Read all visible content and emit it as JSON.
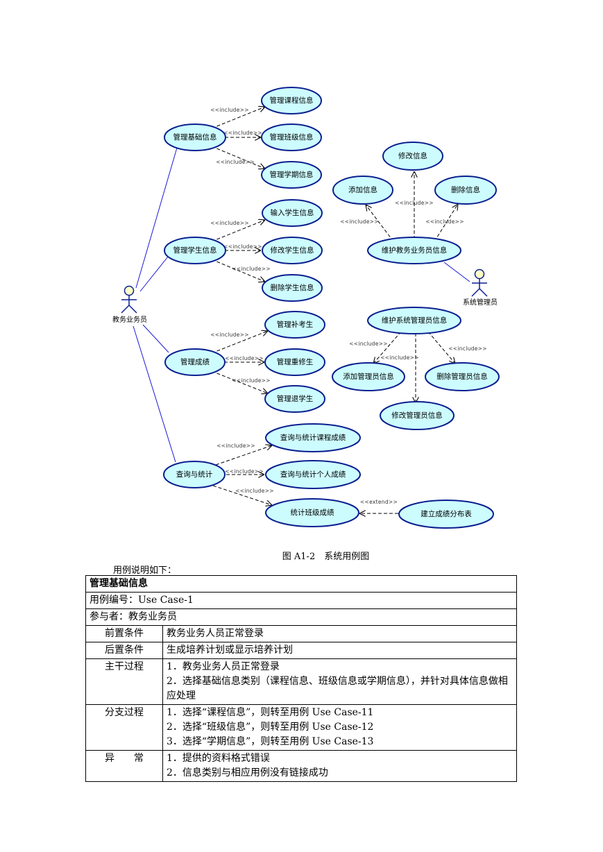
{
  "diagram": {
    "actors": {
      "staff": "教务业务员",
      "admin": "系统管理员"
    },
    "use_cases": {
      "manage_basic": "管理基础信息",
      "manage_course": "管理课程信息",
      "manage_class": "管理班级信息",
      "manage_term": "管理学期信息",
      "manage_student": "管理学生信息",
      "input_student": "输入学生信息",
      "modify_student": "修改学生信息",
      "delete_student": "删除学生信息",
      "manage_grades": "管理成绩",
      "manage_makeup": "管理补考生",
      "manage_retake": "管理重修生",
      "manage_dropout": "管理退学生",
      "query_stats": "查询与统计",
      "query_course_grades": "查询与统计课程成绩",
      "query_personal_grades": "查询与统计个人成绩",
      "class_grade_stats": "统计班级成绩",
      "grade_distribution": "建立成绩分布表",
      "modify_info": "修改信息",
      "add_info": "添加信息",
      "delete_info": "删除信息",
      "maintain_staff": "维护教务业务员信息",
      "maintain_admin": "维护系统管理员信息",
      "add_admin": "添加管理员信息",
      "delete_admin": "删除管理员信息",
      "modify_admin": "修改管理员信息"
    },
    "stereotypes": {
      "include": "<<include>>",
      "extend": "<<extend>>"
    }
  },
  "caption": "图 A1-2　系统用例图",
  "intro": "用例说明如下：",
  "spec_table": {
    "title": "管理基础信息",
    "id_line": "用例编号：Use Case-1",
    "actor_line": "参与者：教务业务员",
    "rows": [
      {
        "label": "前置条件",
        "lines": [
          "教务业务人员正常登录"
        ]
      },
      {
        "label": "后置条件",
        "lines": [
          "生成培养计划或显示培养计划"
        ]
      },
      {
        "label": "主干过程",
        "lines": [
          "1．教务业务人员正常登录",
          "2．选择基础信息类别（课程信息、班级信息或学期信息），并针对具体信息做相应处理"
        ]
      },
      {
        "label": "分支过程",
        "lines": [
          "1．选择“课程信息”，则转至用例 Use Case-11",
          "2．选择“班级信息”，则转至用例 Use Case-12",
          "3．选择“学期信息”，则转至用例 Use Case-13"
        ]
      },
      {
        "label": "异　　常",
        "lines": [
          "1．提供的资料格式错误",
          "2．信息类别与相应用例没有链接成功"
        ]
      }
    ]
  }
}
